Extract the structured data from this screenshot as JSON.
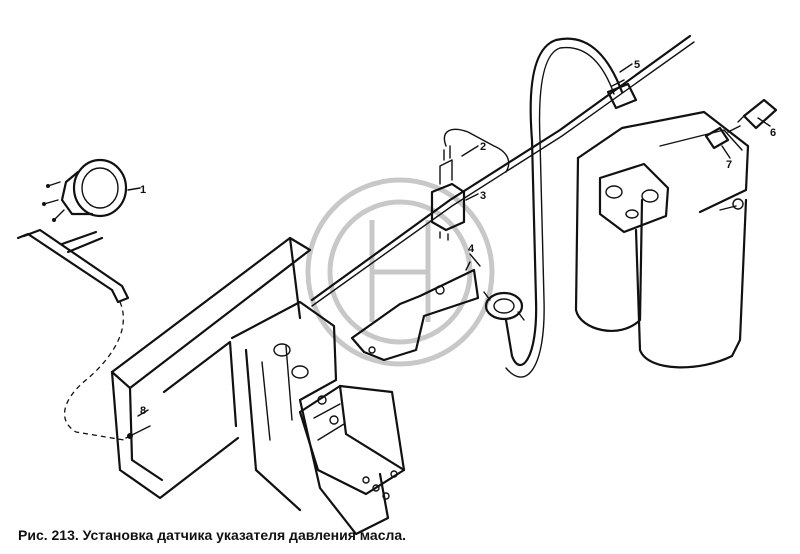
{
  "caption": "Рис. 213. Установка датчика указателя давления масла.",
  "callouts": {
    "c1": "1",
    "c2": "2",
    "c3": "3",
    "c4": "4",
    "c5": "5",
    "c6": "6",
    "c7": "7",
    "c8": "8"
  }
}
